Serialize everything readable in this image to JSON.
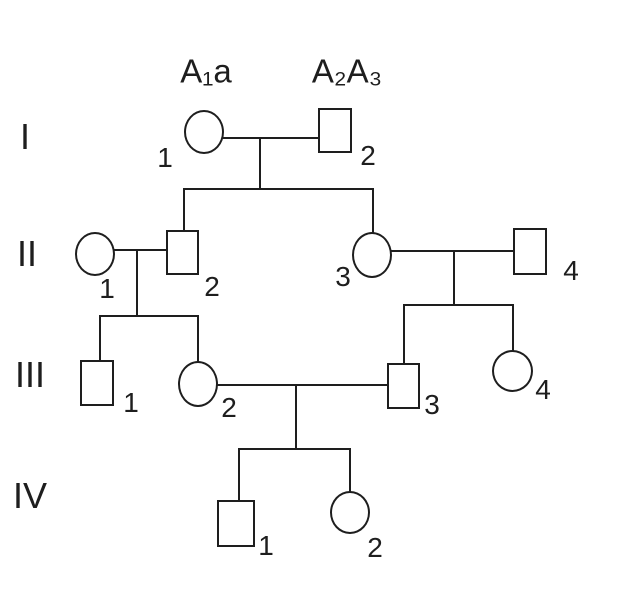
{
  "colors": {
    "line": "#1e1e1e",
    "background": "#ffffff"
  },
  "generations": [
    {
      "label": "I"
    },
    {
      "label": "II"
    },
    {
      "label": "III"
    },
    {
      "label": "IV"
    }
  ],
  "genotype_annotations": [
    {
      "above_individual": "I-1",
      "text": "A₁a"
    },
    {
      "above_individual": "I-2",
      "text": "A₂A₃"
    }
  ],
  "individuals": [
    {
      "id": "I-1",
      "generation": "I",
      "number": "1",
      "sex": "female",
      "shape": "circle"
    },
    {
      "id": "I-2",
      "generation": "I",
      "number": "2",
      "sex": "male",
      "shape": "square"
    },
    {
      "id": "II-1",
      "generation": "II",
      "number": "1",
      "sex": "female",
      "shape": "circle"
    },
    {
      "id": "II-2",
      "generation": "II",
      "number": "2",
      "sex": "male",
      "shape": "square"
    },
    {
      "id": "II-3",
      "generation": "II",
      "number": "3",
      "sex": "female",
      "shape": "circle"
    },
    {
      "id": "II-4",
      "generation": "II",
      "number": "4",
      "sex": "male",
      "shape": "square"
    },
    {
      "id": "III-1",
      "generation": "III",
      "number": "1",
      "sex": "male",
      "shape": "square"
    },
    {
      "id": "III-2",
      "generation": "III",
      "number": "2",
      "sex": "female",
      "shape": "circle"
    },
    {
      "id": "III-3",
      "generation": "III",
      "number": "3",
      "sex": "male",
      "shape": "square"
    },
    {
      "id": "III-4",
      "generation": "III",
      "number": "4",
      "sex": "female",
      "shape": "circle"
    },
    {
      "id": "IV-1",
      "generation": "IV",
      "number": "1",
      "sex": "male",
      "shape": "square"
    },
    {
      "id": "IV-2",
      "generation": "IV",
      "number": "2",
      "sex": "female",
      "shape": "circle"
    }
  ],
  "unions": [
    {
      "partners": [
        "I-1",
        "I-2"
      ],
      "children": [
        "II-2",
        "II-3"
      ]
    },
    {
      "partners": [
        "II-1",
        "II-2"
      ],
      "children": [
        "III-1",
        "III-2"
      ]
    },
    {
      "partners": [
        "II-3",
        "II-4"
      ],
      "children": [
        "III-3",
        "III-4"
      ]
    },
    {
      "partners": [
        "III-2",
        "III-3"
      ],
      "children": [
        "IV-1",
        "IV-2"
      ]
    }
  ]
}
